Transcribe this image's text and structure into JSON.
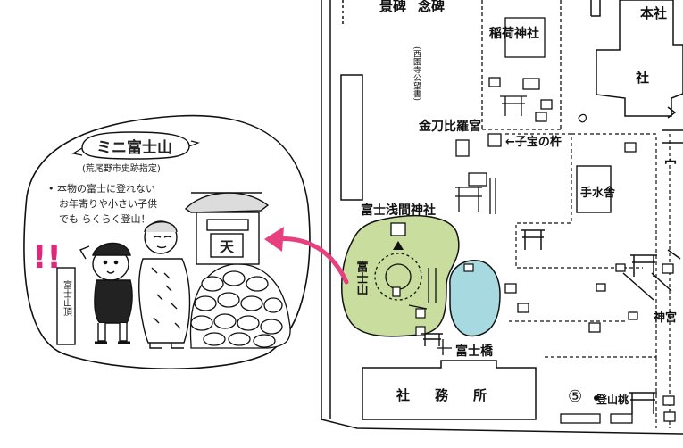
{
  "map": {
    "labels": {
      "keihi": "景碑",
      "kinenhi": "念碑",
      "kinenhi_note": "(西園寺公望書)",
      "inari": "稲荷神社",
      "honsha": "本社",
      "konpira": "金刀比羅宮",
      "kodakara": "←子宝の杵",
      "temizusha": "手水舎",
      "sengen": "富士浅間神社",
      "fujisan": "富士山",
      "fujibashi": "富士橋",
      "shamusho": "社務所",
      "jingu": "神宮",
      "toyama_num": "⑤",
      "toyama": "登山桃",
      "side_char": "宀"
    }
  },
  "callout": {
    "title": "ミニ富士山",
    "subtitle": "(荒尾野市史跡指定)",
    "text_line1": "• 本物の富士に登れない",
    "text_line2": "お年寄りや小さい子供",
    "text_line3": "でも らくらく登山！",
    "exclaim": "!!",
    "sign": "富士山頂",
    "shrine_char": "天"
  },
  "colors": {
    "mound_green": "#c8dd9e",
    "pond_blue": "#a7d9e1",
    "arrow_pink": "#e8407f",
    "exclaim_pink": "#e0287a",
    "ink": "#111111"
  }
}
